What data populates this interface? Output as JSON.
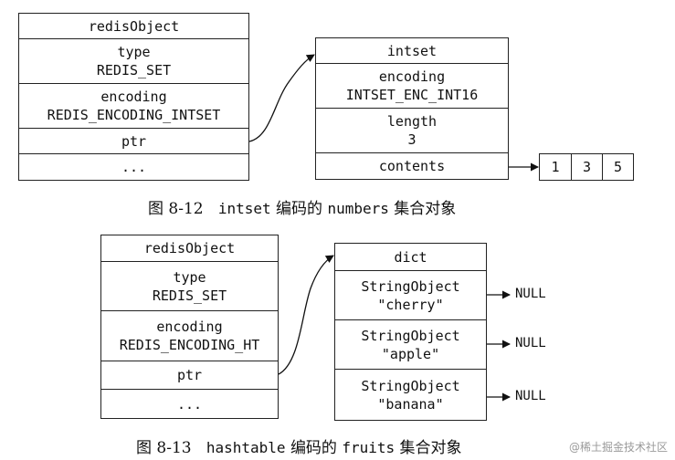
{
  "diagram1": {
    "redis_object": {
      "header": "redisObject",
      "type_label": "type",
      "type_value": "REDIS_SET",
      "encoding_label": "encoding",
      "encoding_value": "REDIS_ENCODING_INTSET",
      "ptr": "ptr",
      "more": "..."
    },
    "intset": {
      "header": "intset",
      "encoding_label": "encoding",
      "encoding_value": "INTSET_ENC_INT16",
      "length_label": "length",
      "length_value": "3",
      "contents": "contents"
    },
    "contents_array": [
      "1",
      "3",
      "5"
    ],
    "caption": {
      "prefix": "图 8-12",
      "code": "intset",
      "mid": "编码的",
      "code2": "numbers",
      "suffix": "集合对象"
    }
  },
  "diagram2": {
    "redis_object": {
      "header": "redisObject",
      "type_label": "type",
      "type_value": "REDIS_SET",
      "encoding_label": "encoding",
      "encoding_value": "REDIS_ENCODING_HT",
      "ptr": "ptr",
      "more": "..."
    },
    "dict": {
      "header": "dict",
      "entries": [
        {
          "label": "StringObject",
          "value": "\"cherry\"",
          "null": "NULL"
        },
        {
          "label": "StringObject",
          "value": "\"apple\"",
          "null": "NULL"
        },
        {
          "label": "StringObject",
          "value": "\"banana\"",
          "null": "NULL"
        }
      ]
    },
    "caption": {
      "prefix": "图 8-13",
      "code": "hashtable",
      "mid": "编码的",
      "code2": "fruits",
      "suffix": "集合对象"
    }
  },
  "watermark": "@稀土掘金技术社区"
}
